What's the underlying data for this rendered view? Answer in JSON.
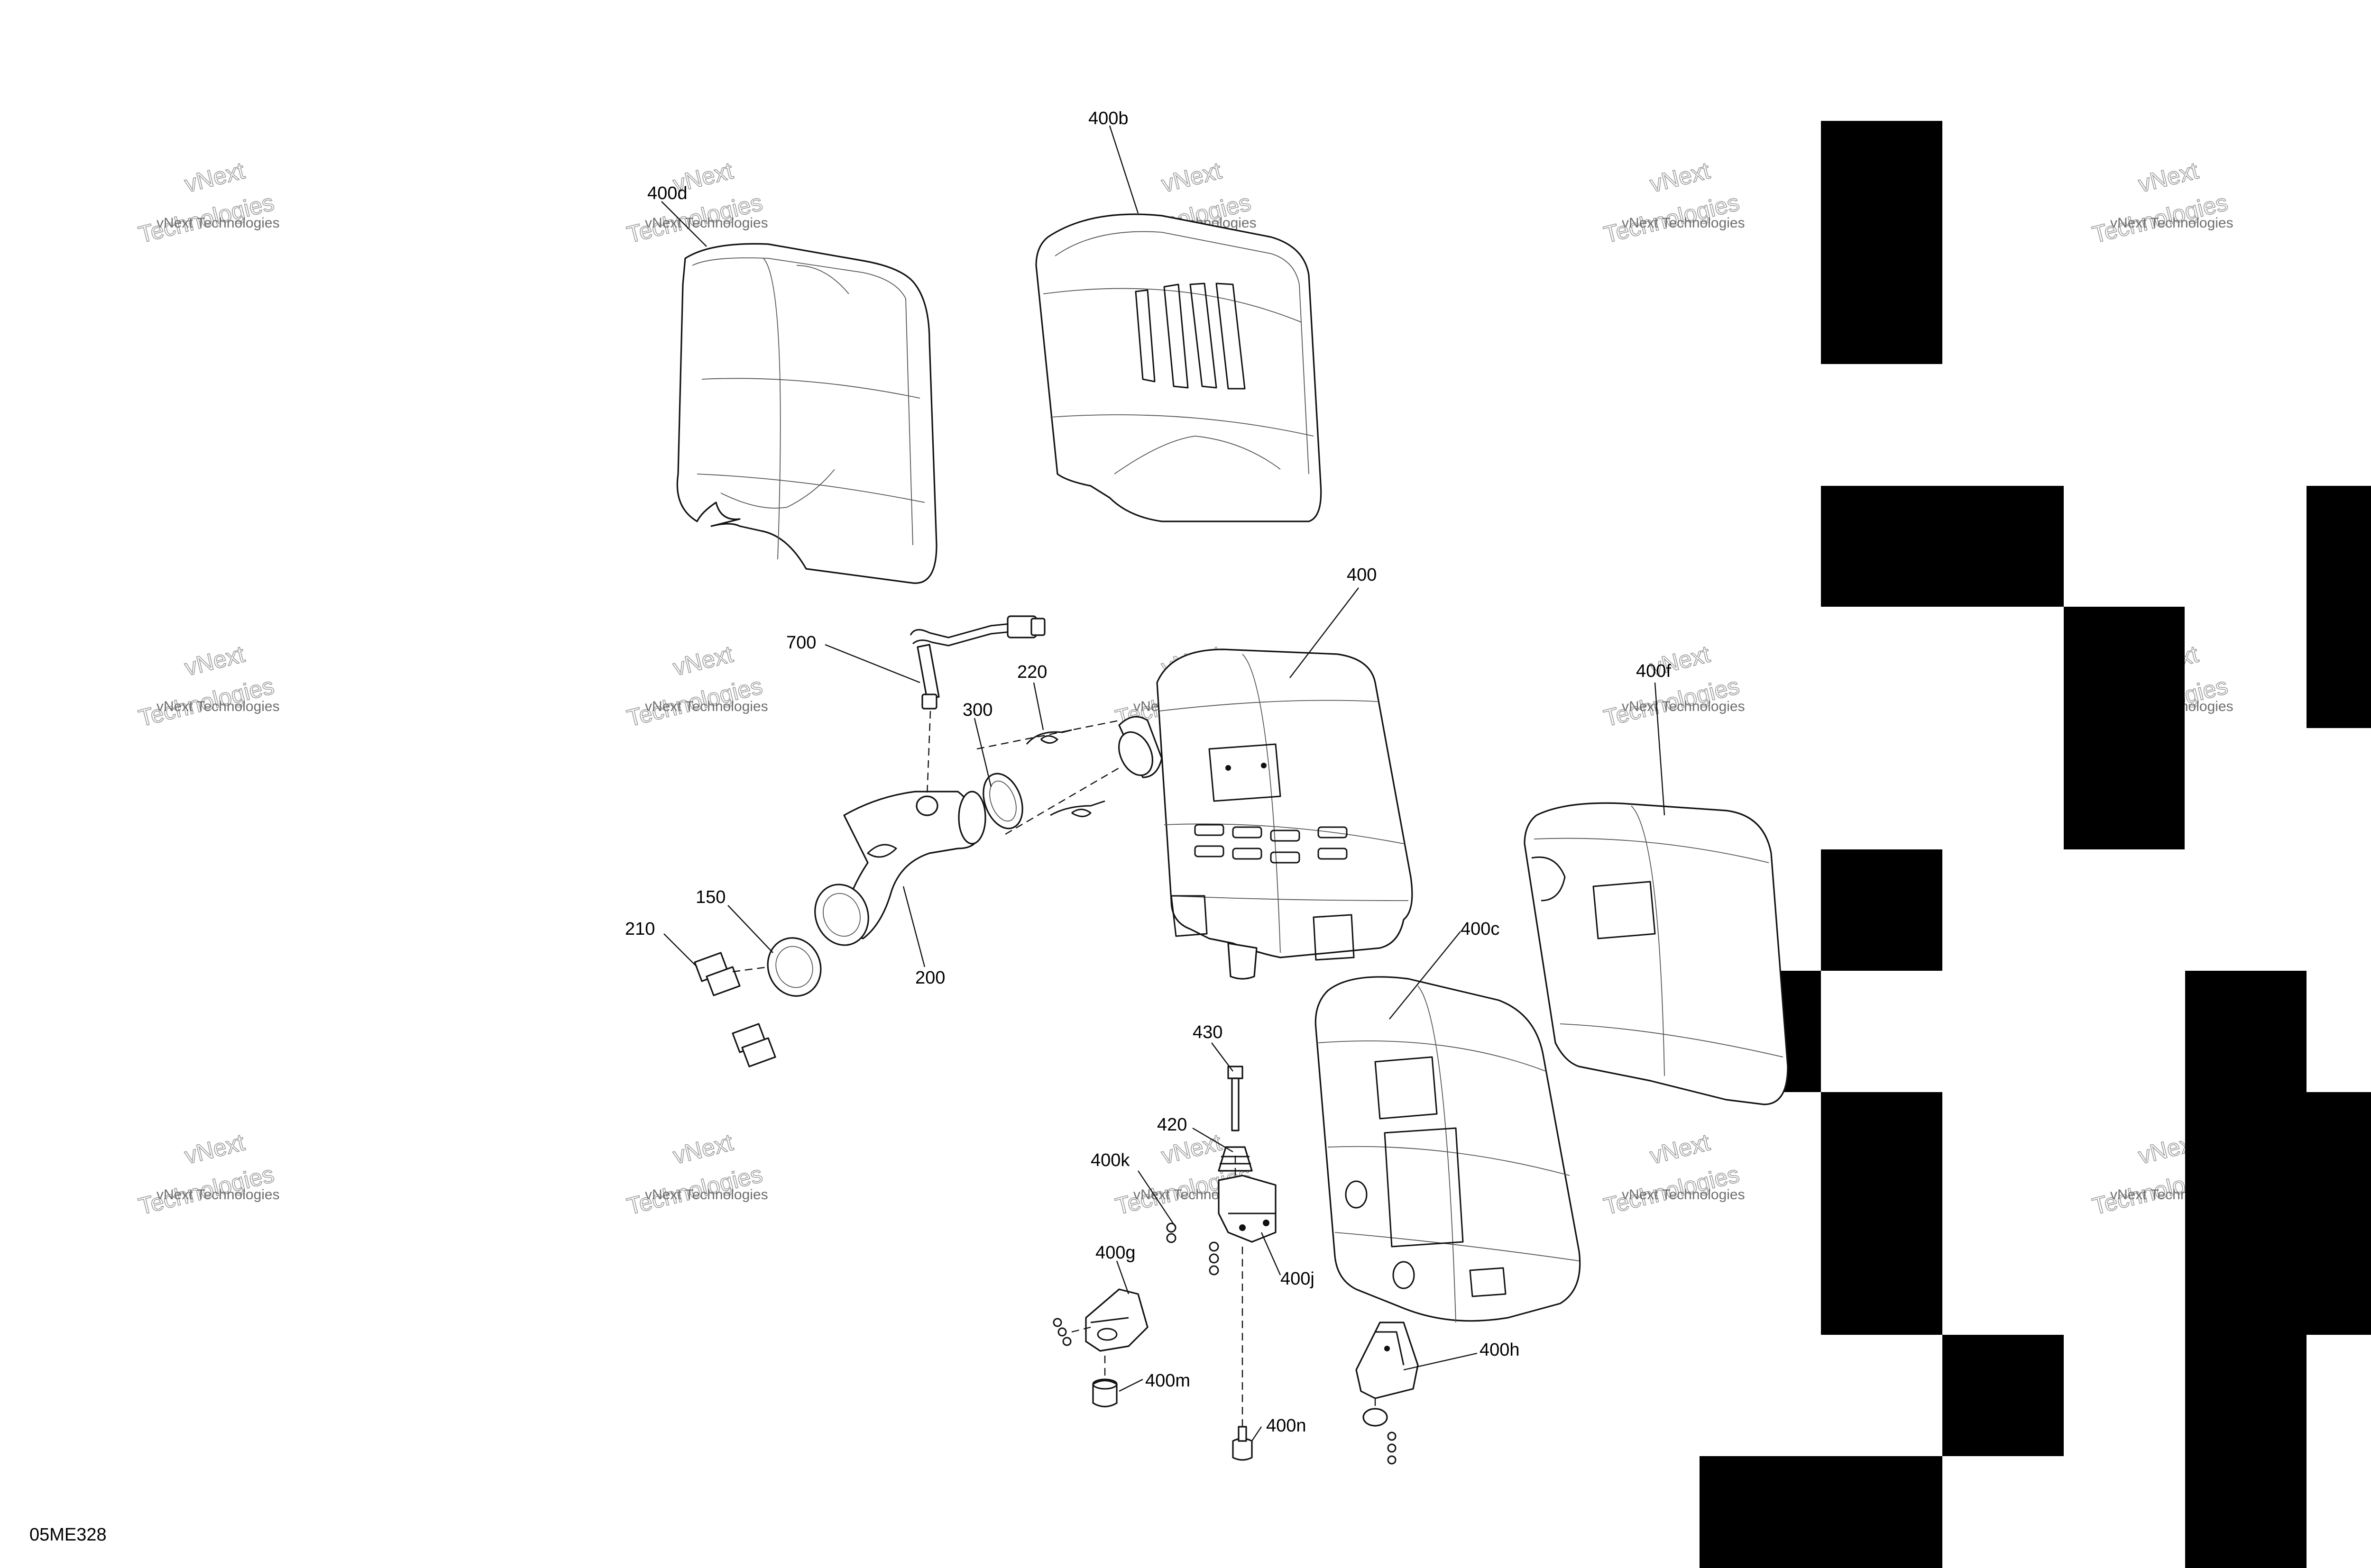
{
  "diagram": {
    "drawing_code": "05ME328",
    "watermark_lines": [
      "vNext Technologies",
      "vNext",
      "Technologies"
    ],
    "part_labels": {
      "p400b": "400b",
      "p400d": "400d",
      "p400": "400",
      "p700": "700",
      "p220": "220",
      "p300": "300",
      "p400f": "400f",
      "p150": "150",
      "p210": "210",
      "p200": "200",
      "p400c": "400c",
      "p430": "430",
      "p420": "420",
      "p400k": "400k",
      "p400j": "400j",
      "p400g": "400g",
      "p400m": "400m",
      "p400n": "400n",
      "p400h": "400h"
    }
  }
}
